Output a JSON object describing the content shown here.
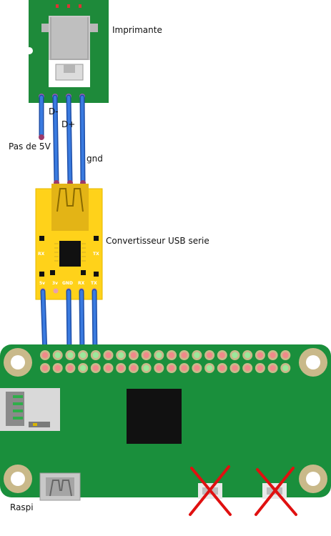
{
  "labels": {
    "printer": "Imprimante",
    "d_minus": "D-",
    "d_plus": "D+",
    "no_5v": "Pas de 5V",
    "gnd": "gnd",
    "converter": "Convertisseur USB serie",
    "raspi": "Raspi"
  },
  "converter_pins": {
    "p1": "5v",
    "p2": "3v",
    "p3": "GND",
    "p4": "RX",
    "p5": "TX",
    "side_rx": "RX",
    "side_tx": "TX"
  },
  "colors": {
    "pcb_green": "#1e8a3a",
    "board_green": "#1a8f3c",
    "converter_yellow": "#ffd21a",
    "wire_blue": "#2c6fd6",
    "cross_red": "#e01010"
  },
  "icons": {
    "usb_b": "usb-b-port-icon",
    "micro_usb": "micro-usb-icon",
    "sd_card": "sd-card-slot-icon",
    "mini_hdmi": "mini-hdmi-icon",
    "cross": "red-cross-icon"
  }
}
